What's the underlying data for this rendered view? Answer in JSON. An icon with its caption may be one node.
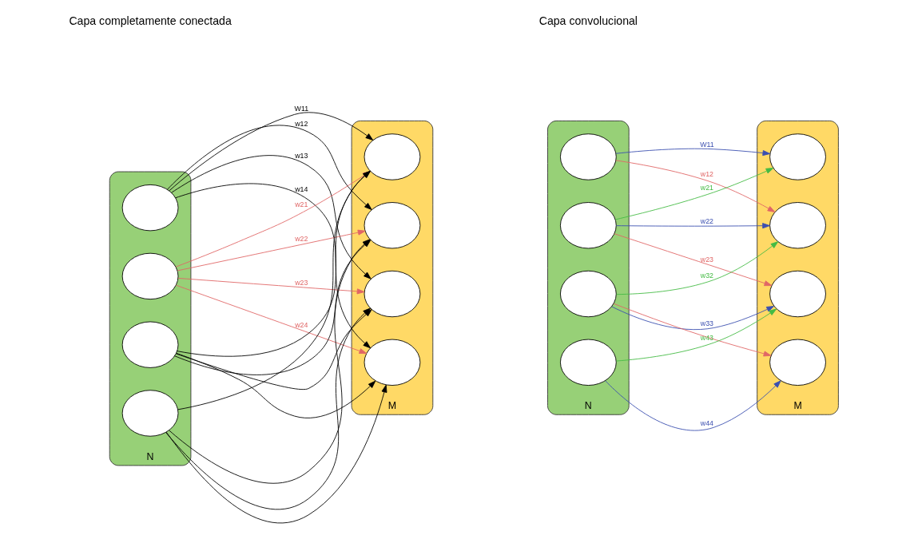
{
  "diagram": {
    "nodes": [
      {
        "text": [
          "N"
        ]
      },
      {
        "text": [],
        "shape": "circle",
        "in": 0
      },
      {
        "text": [],
        "shape": "circle",
        "in": 0
      },
      {
        "text": [],
        "shape": "circle",
        "in": 0
      },
      {
        "text": [],
        "shape": "circle",
        "in": 0
      },
      {
        "text": [
          "M"
        ]
      },
      {
        "text": [],
        "shape": "circle",
        "in": 5
      },
      {
        "text": [],
        "shape": "circle",
        "in": 5
      },
      {
        "text": [],
        "shape": "circle",
        "in": 5
      },
      {
        "text": [],
        "shape": "circle",
        "in": 5
      },
      {
        "text": [
          "N"
        ]
      },
      {
        "text": [],
        "shape": "circle",
        "in": 10
      },
      {
        "text": [],
        "shape": "circle",
        "in": 10
      },
      {
        "text": [],
        "shape": "circle",
        "in": 10
      },
      {
        "text": [],
        "shape": "circle",
        "in": 10
      },
      {
        "text": [
          "M"
        ]
      },
      {
        "text": [],
        "shape": "circle",
        "in": 15
      },
      {
        "text": [],
        "shape": "circle",
        "in": 15
      },
      {
        "text": [],
        "shape": "circle",
        "in": 15
      },
      {
        "text": [],
        "shape": "circle",
        "in": 15
      }
    ],
    "edges": [
      {
        "from": 1,
        "to": 6,
        "arrow": "to",
        "label": "W11"
      },
      {
        "from": 1,
        "to": 7,
        "arrow": "to",
        "label": "w12"
      },
      {
        "from": 1,
        "to": 8,
        "arrow": "to",
        "label": "w13"
      },
      {
        "from": 1,
        "to": 9,
        "arrow": "to",
        "label": "w14"
      },
      {
        "from": 2,
        "to": 6,
        "arrow": "to",
        "label": "w21",
        "color": "#e06666"
      },
      {
        "from": 2,
        "to": 7,
        "arrow": "to",
        "label": "w22",
        "color": "#e06666"
      },
      {
        "from": 2,
        "to": 8,
        "arrow": "to",
        "label": "w23",
        "color": "#e06666"
      },
      {
        "from": 2,
        "to": 9,
        "arrow": "to",
        "label": "w24",
        "color": "#e06666"
      },
      {
        "from": 3,
        "to": 6,
        "arrow": "to"
      },
      {
        "from": 3,
        "to": 7,
        "arrow": "to"
      },
      {
        "from": 3,
        "to": 8,
        "arrow": "to"
      },
      {
        "from": 3,
        "to": 9,
        "arrow": "to"
      },
      {
        "from": 4,
        "to": 6,
        "arrow": "to"
      },
      {
        "from": 4,
        "to": 7,
        "arrow": "to"
      },
      {
        "from": 4,
        "to": 8,
        "arrow": "to"
      },
      {
        "from": 4,
        "to": 9,
        "arrow": "to"
      },
      {
        "from": 11,
        "to": 16,
        "arrow": "to",
        "label": "W11",
        "color": "#3b4fb0"
      },
      {
        "from": 11,
        "to": 17,
        "arrow": "to",
        "label": "w12",
        "color": "#e06666"
      },
      {
        "from": 12,
        "to": 16,
        "arrow": "to",
        "label": "w21",
        "color": "#44bb44"
      },
      {
        "from": 12,
        "to": 17,
        "arrow": "to",
        "label": "w22",
        "color": "#3b4fb0"
      },
      {
        "from": 12,
        "to": 18,
        "arrow": "to",
        "label": "w23",
        "color": "#e06666"
      },
      {
        "from": 13,
        "to": 17,
        "arrow": "to",
        "label": "w32",
        "color": "#44bb44"
      },
      {
        "from": 13,
        "to": 18,
        "arrow": "to",
        "label": "w33",
        "color": "#3b4fb0"
      },
      {
        "from": 13,
        "to": 19,
        "arrow": "to",
        "color": "#e06666"
      },
      {
        "from": 14,
        "to": 18,
        "arrow": "to",
        "label": "w43",
        "color": "#44bb44"
      },
      {
        "from": 14,
        "to": 19,
        "arrow": "to",
        "label": "w44",
        "color": "#3b4fb0"
      }
    ],
    "labels": [
      "Capa completamente conectada",
      "Capa convolucional"
    ]
  }
}
